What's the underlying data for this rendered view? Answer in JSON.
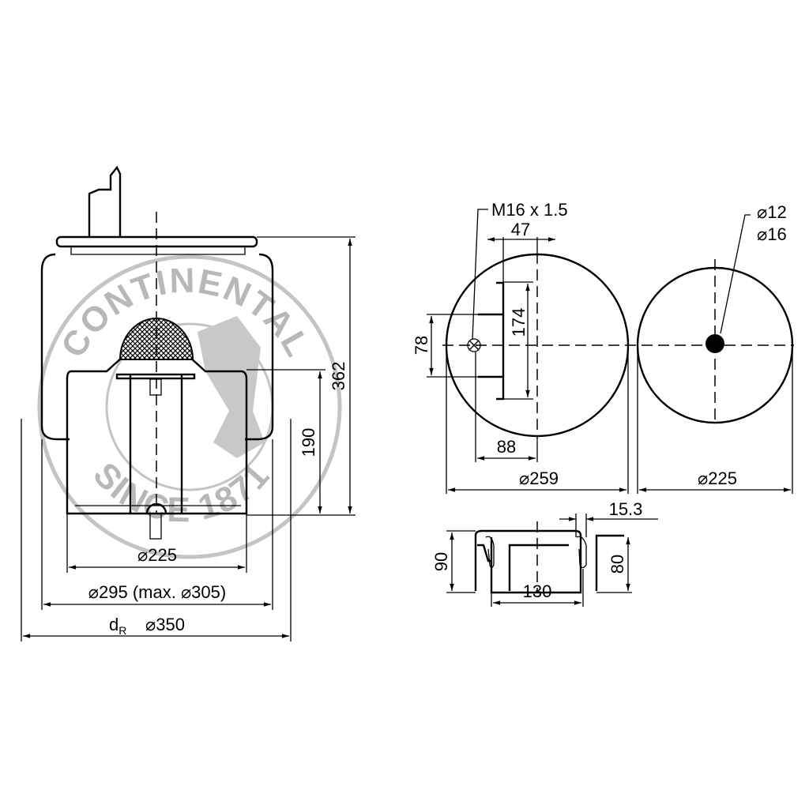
{
  "watermark": {
    "top_text": "CONTINENTAL",
    "bottom_text": "SINCE 1871",
    "color": "#b8b8b8"
  },
  "side_view": {
    "height_total": "362",
    "height_piston": "190",
    "piston_diameter": "⌀225",
    "bellows_diameter": "⌀295 (max. ⌀305)",
    "dR_label": "d",
    "dR_sub": "R",
    "dR_value": "⌀350"
  },
  "top_plate_view": {
    "thread": "M16 x 1.5",
    "dim_47": "47",
    "dim_174": "174",
    "dim_78": "78",
    "dim_88": "88",
    "diameter": "⌀259"
  },
  "bottom_view": {
    "hole_1": "⌀12",
    "hole_2": "⌀16",
    "diameter": "⌀225"
  },
  "bracket_profile": {
    "dim_15_3": "15.3",
    "dim_90": "90",
    "dim_80": "80",
    "dim_130": "130"
  }
}
